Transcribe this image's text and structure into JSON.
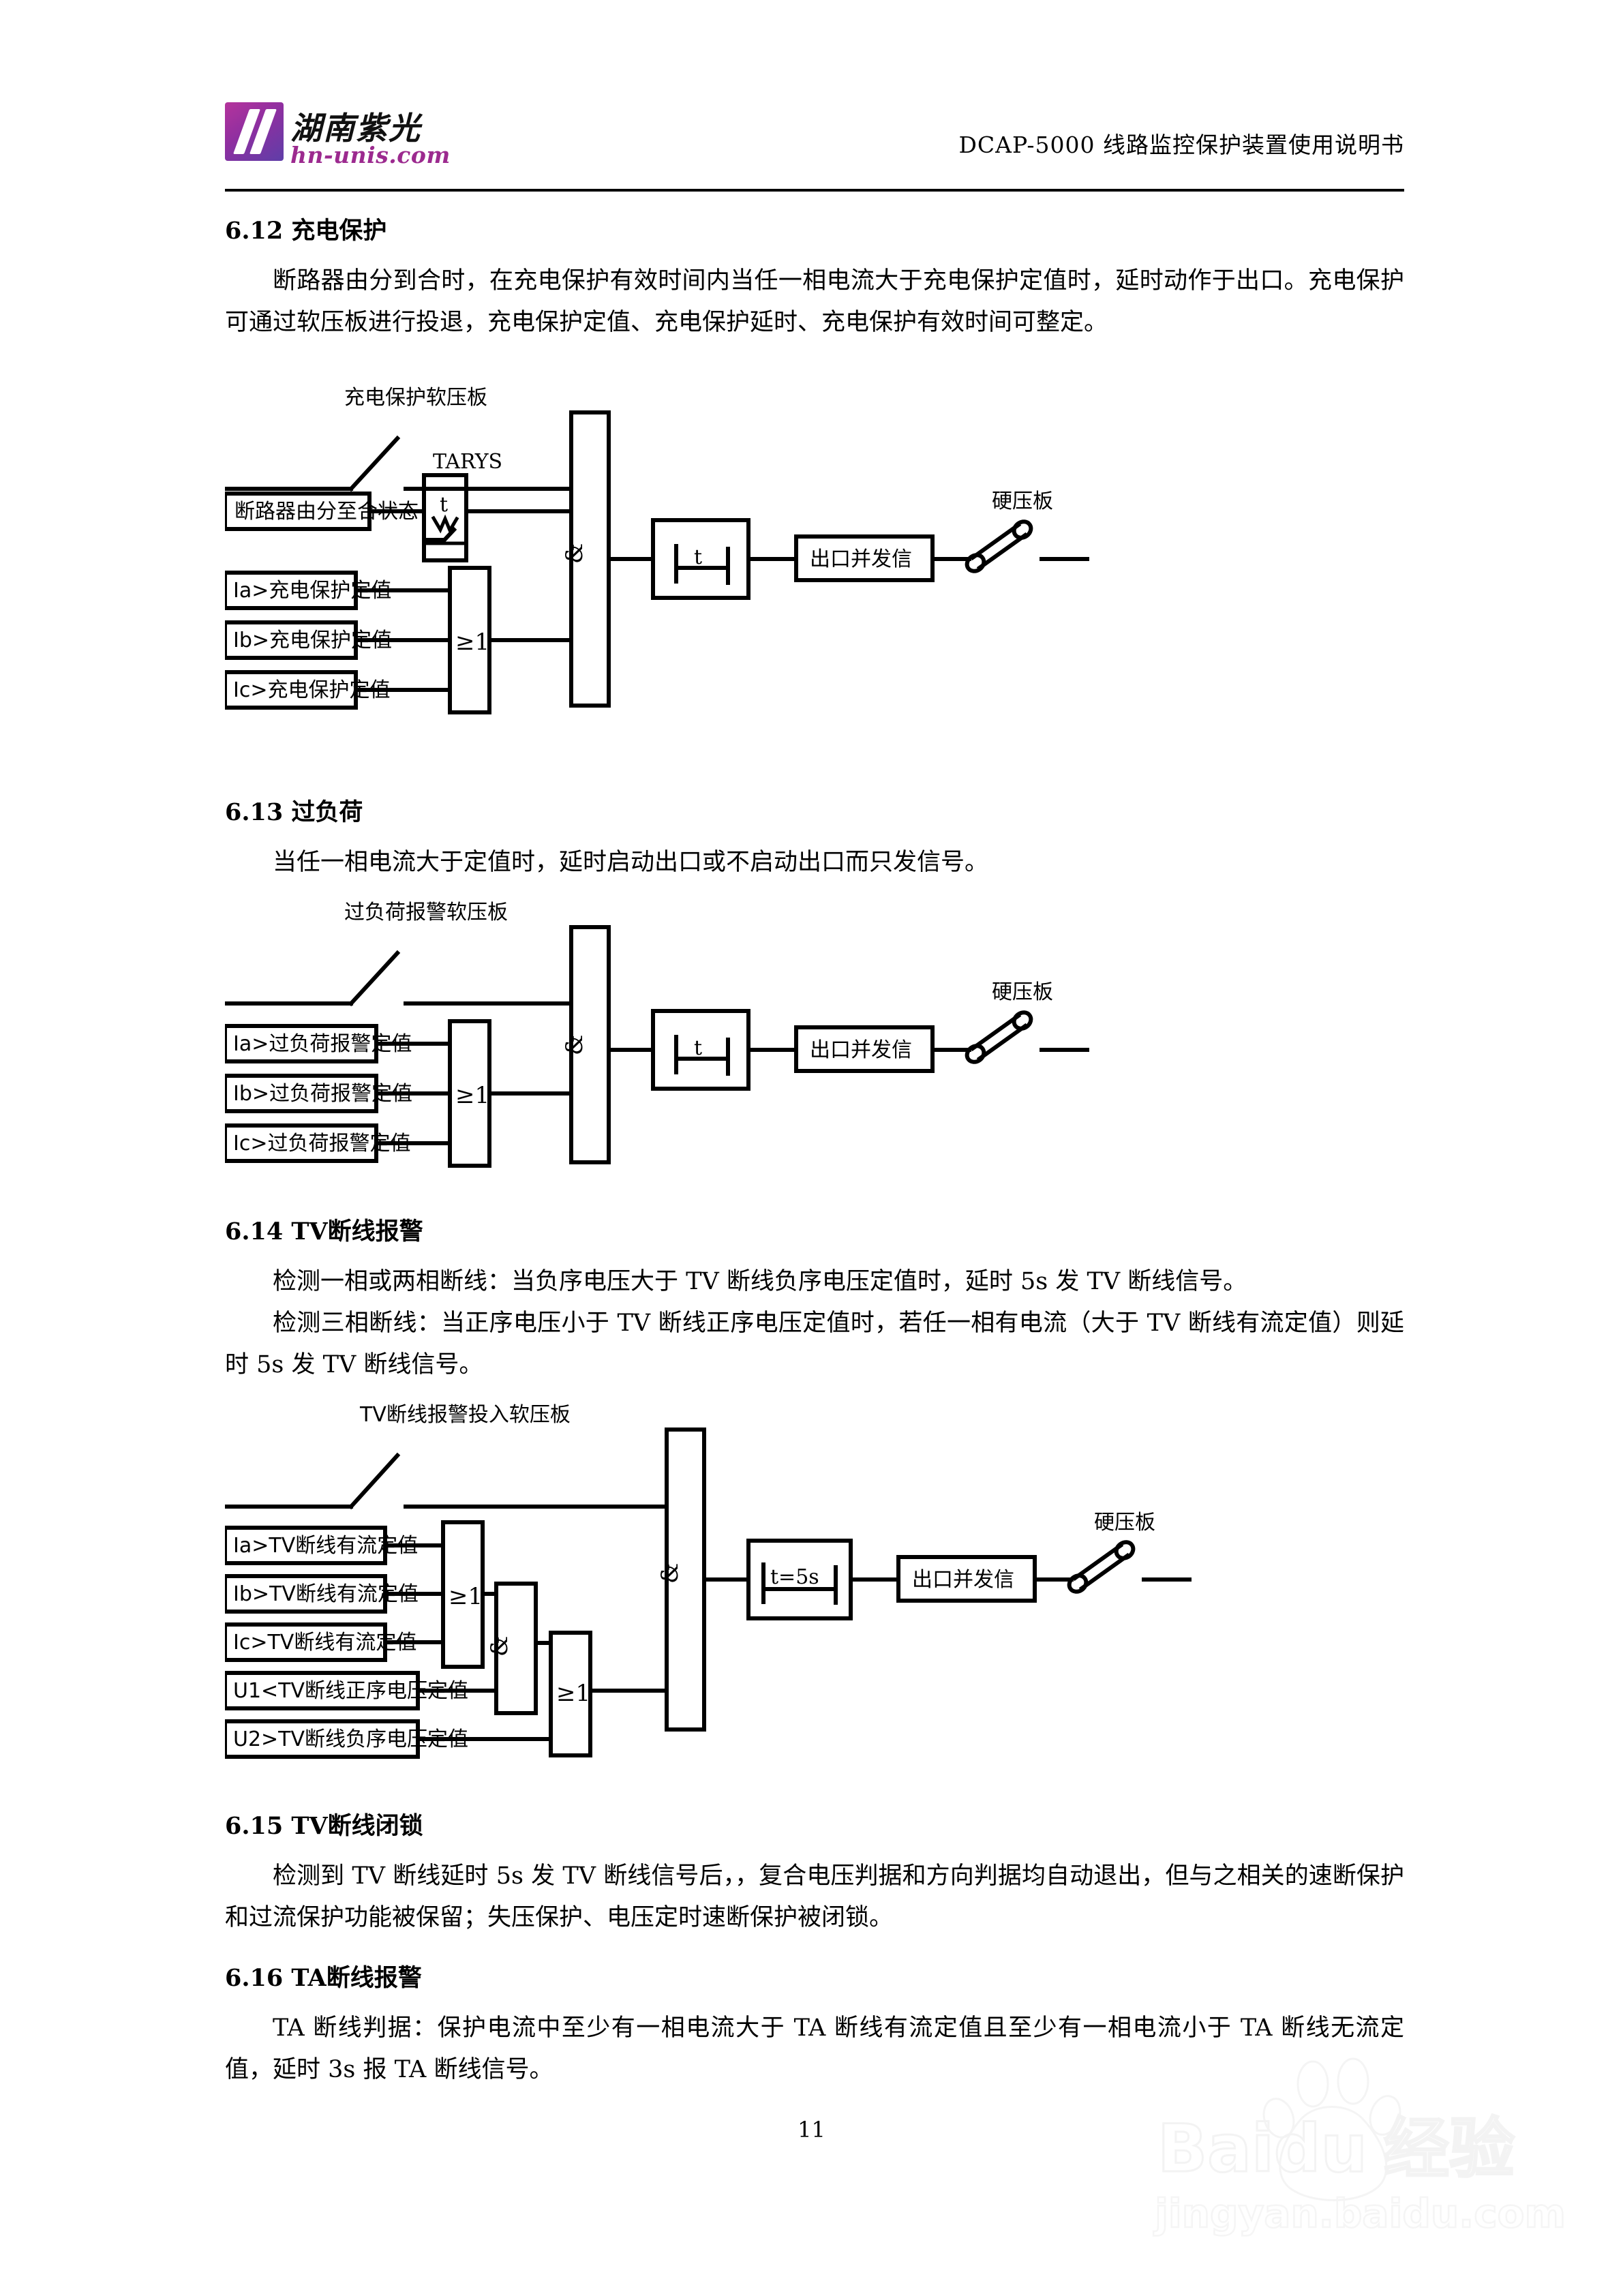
{
  "header": {
    "logo_cn": "湖南紫光",
    "logo_url": "hn-unis.com",
    "title": "DCAP-5000 线路监控保护装置使用说明书"
  },
  "page_number": "11",
  "watermark": {
    "brand": "Baidu",
    "brand_cn": "经验",
    "url": "jingyan.baidu.com"
  },
  "sections": [
    {
      "number": "6.12",
      "heading": "6.12  充电保护",
      "body": "断路器由分到合时，在充电保护有效时间内当任一相电流大于充电保护定值时，延时动作于出口。充电保护可通过软压板进行投退，充电保护定值、充电保护延时、充电保护有效时间可整定。"
    },
    {
      "number": "6.13",
      "heading": "6.13  过负荷",
      "body": "当任一相电流大于定值时，延时启动出口或不启动出口而只发信号。"
    },
    {
      "number": "6.14",
      "heading": "6.14  TV断线报警",
      "body_1": "检测一相或两相断线：当负序电压大于 TV 断线负序电压定值时，延时 5s 发 TV 断线信号。",
      "body_2": "检测三相断线：当正序电压小于 TV 断线正序电压定值时，若任一相有电流（大于 TV 断线有流定值）则延时 5s 发 TV 断线信号。"
    },
    {
      "number": "6.15",
      "heading": "6.15  TV断线闭锁",
      "body": "检测到 TV 断线延时 5s 发 TV 断线信号后，，复合电压判据和方向判据均自动退出，但与之相关的速断保护和过流保护功能被保留；失压保护、电压定时速断保护被闭锁。"
    },
    {
      "number": "6.16",
      "heading": "6.16  TA断线报警",
      "body": "TA 断线判据：保护电流中至少有一相电流大于 TA 断线有流定值且至少有一相电流小于 TA 断线无流定值，延时 3s 报 TA 断线信号。"
    }
  ],
  "diagram_charging": {
    "soft_plate_label": "充电保护软压板",
    "hard_plate_label": "硬压板",
    "tarys_label": "TARYS",
    "tarys_symbol": "t",
    "inputs": [
      "断路器由分至合状态",
      "Ia>充电保护定值",
      "Ib>充电保护定值",
      "Ic>充电保护定值"
    ],
    "or_gate": "≥1",
    "and_gate": "&",
    "timer": "t",
    "output": "出口并发信"
  },
  "diagram_overload": {
    "soft_plate_label": "过负荷报警软压板",
    "hard_plate_label": "硬压板",
    "inputs": [
      "Ia>过负荷报警定值",
      "Ib>过负荷报警定值",
      "Ic>过负荷报警定值"
    ],
    "or_gate": "≥1",
    "and_gate": "&",
    "timer": "t",
    "output": "出口并发信"
  },
  "diagram_tv": {
    "soft_plate_label": "TV断线报警投入软压板",
    "hard_plate_label": "硬压板",
    "inputs": [
      "Ia>TV断线有流定值",
      "Ib>TV断线有流定值",
      "Ic>TV断线有流定值",
      "U1<TV断线正序电压定值",
      "U2>TV断线负序电压定值"
    ],
    "or_gate_1": "≥1",
    "and_gate_1": "&",
    "or_gate_2": "≥1",
    "and_gate_2": "&",
    "timer": "t=5s",
    "output": "出口并发信"
  }
}
